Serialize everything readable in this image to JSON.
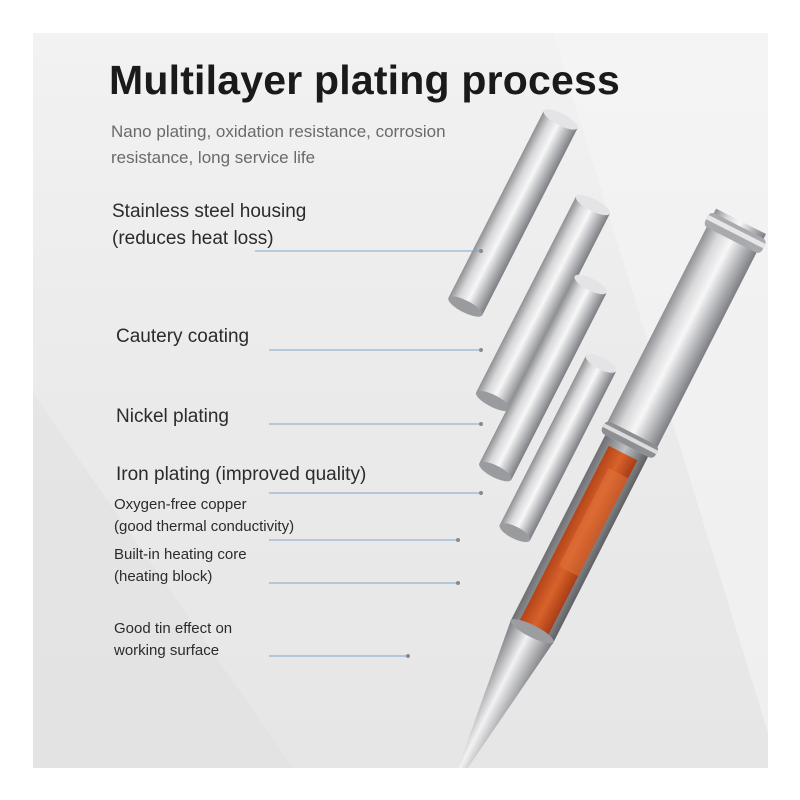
{
  "title": "Multilayer plating process",
  "subtitle": "Nano plating, oxidation resistance, corrosion resistance, long service life",
  "labels": [
    {
      "id": "stainless-steel-housing",
      "lines": [
        "Stainless steel housing",
        "(reduces heat loss)"
      ],
      "size": "big"
    },
    {
      "id": "cautery-coating",
      "lines": [
        "Cautery coating"
      ],
      "size": "big"
    },
    {
      "id": "nickel-plating",
      "lines": [
        "Nickel plating"
      ],
      "size": "big"
    },
    {
      "id": "iron-plating",
      "lines": [
        "Iron plating (improved quality)"
      ],
      "size": "big"
    },
    {
      "id": "oxygen-free-copper",
      "lines": [
        "Oxygen-free copper",
        "(good thermal conductivity)"
      ],
      "size": "small"
    },
    {
      "id": "heating-core",
      "lines": [
        "Built-in heating core",
        "(heating block)"
      ],
      "size": "small"
    },
    {
      "id": "tin-effect",
      "lines": [
        "Good tin effect on",
        "working surface"
      ],
      "size": "small"
    }
  ],
  "colors": {
    "copper": "#c8521a",
    "steel": "#c9c9cb",
    "leader": "#7fa6c9"
  }
}
